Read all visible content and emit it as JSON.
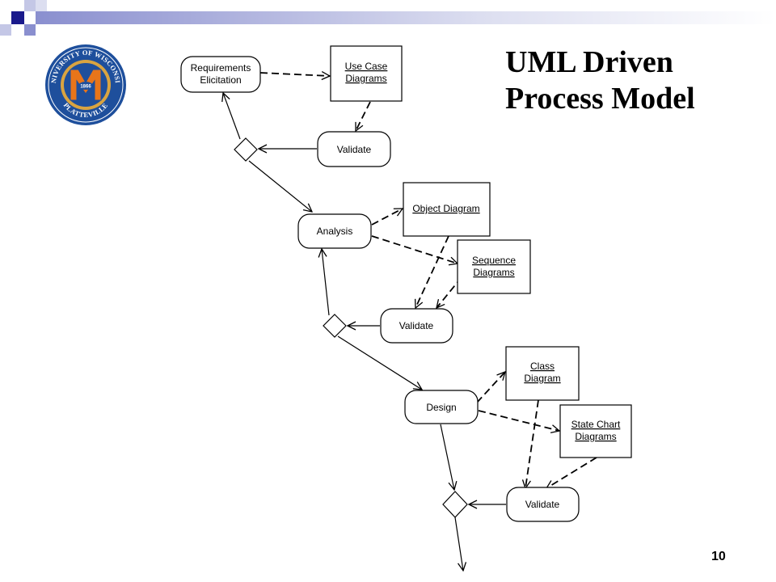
{
  "slide": {
    "title_line1": "UML Driven",
    "title_line2": "Process Model",
    "page_number": "10"
  },
  "logo": {
    "ring_text_top": "UNIVERSITY OF WISCONSIN",
    "ring_text_bottom": "PLATTEVILLE",
    "year": "1866",
    "colors": {
      "ring": "#1e4f9c",
      "gold": "#d9a441",
      "letter": "#e8751a"
    }
  },
  "diagram": {
    "activities": {
      "requirements_line1": "Requirements",
      "requirements_line2": "Elicitation",
      "validate_1": "Validate",
      "analysis": "Analysis",
      "validate_2": "Validate",
      "design": "Design",
      "validate_3": "Validate"
    },
    "artifacts": {
      "use_case_line1": "Use Case",
      "use_case_line2": "Diagrams",
      "object_diagram": "Object Diagram",
      "sequence_line1": "Sequence",
      "sequence_line2": "Diagrams",
      "class_line1": "Class",
      "class_line2": "Diagram",
      "state_chart_line1": "State Chart",
      "state_chart_line2": "Diagrams"
    }
  },
  "decor": {
    "corner_colors": [
      "#1a1a8c",
      "#8a8fcf",
      "#c4c7e6"
    ]
  }
}
